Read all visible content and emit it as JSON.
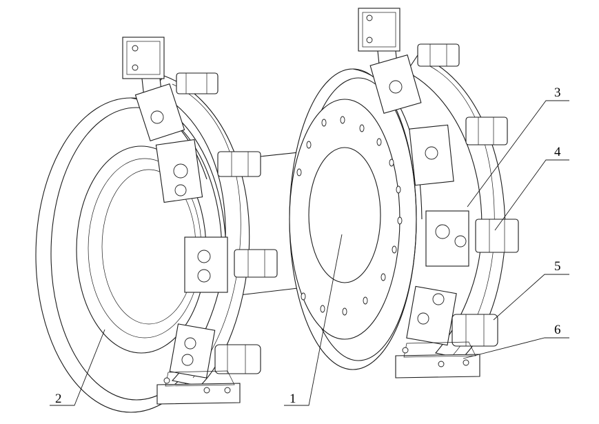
{
  "callouts": {
    "c1": "1",
    "c2": "2",
    "c3": "3",
    "c4": "4",
    "c5": "5",
    "c6": "6"
  },
  "colors": {
    "line": "#1a1a1a",
    "background": "#ffffff"
  }
}
